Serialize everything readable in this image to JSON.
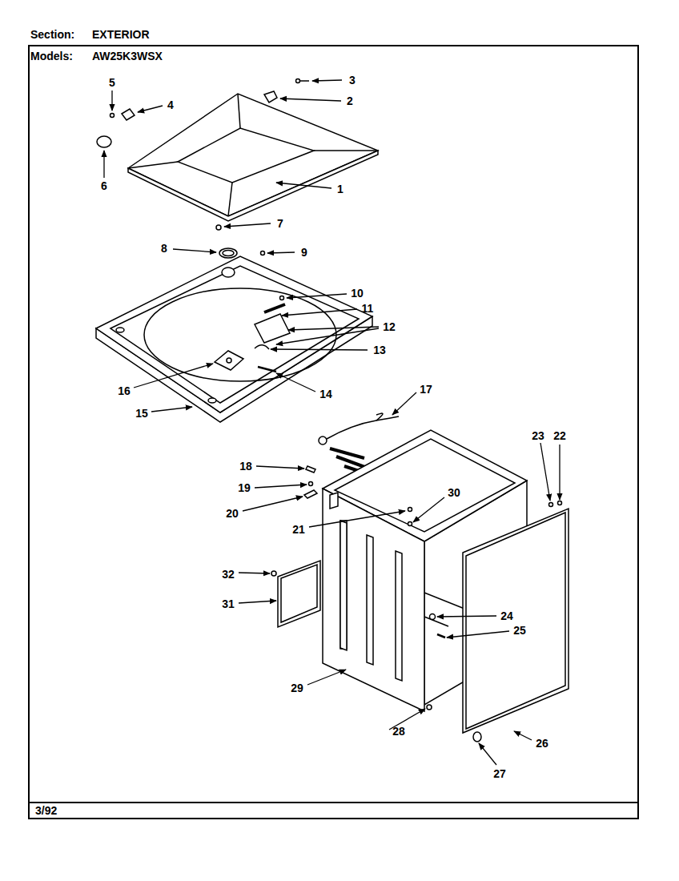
{
  "diagram": {
    "labels": [
      "Section:",
      "EXTERIOR",
      "Models:",
      "AW25K3WSX",
      "5",
      "3",
      "4",
      "2",
      "6",
      "1",
      "7",
      "8",
      "9",
      "10",
      "11",
      "12",
      "13",
      "16",
      "14",
      "17",
      "15",
      "23",
      "22",
      "18",
      "30",
      "19",
      "20",
      "21",
      "32",
      "31",
      "24",
      "25",
      "29",
      "28",
      "26",
      "27",
      "3/92"
    ]
  }
}
